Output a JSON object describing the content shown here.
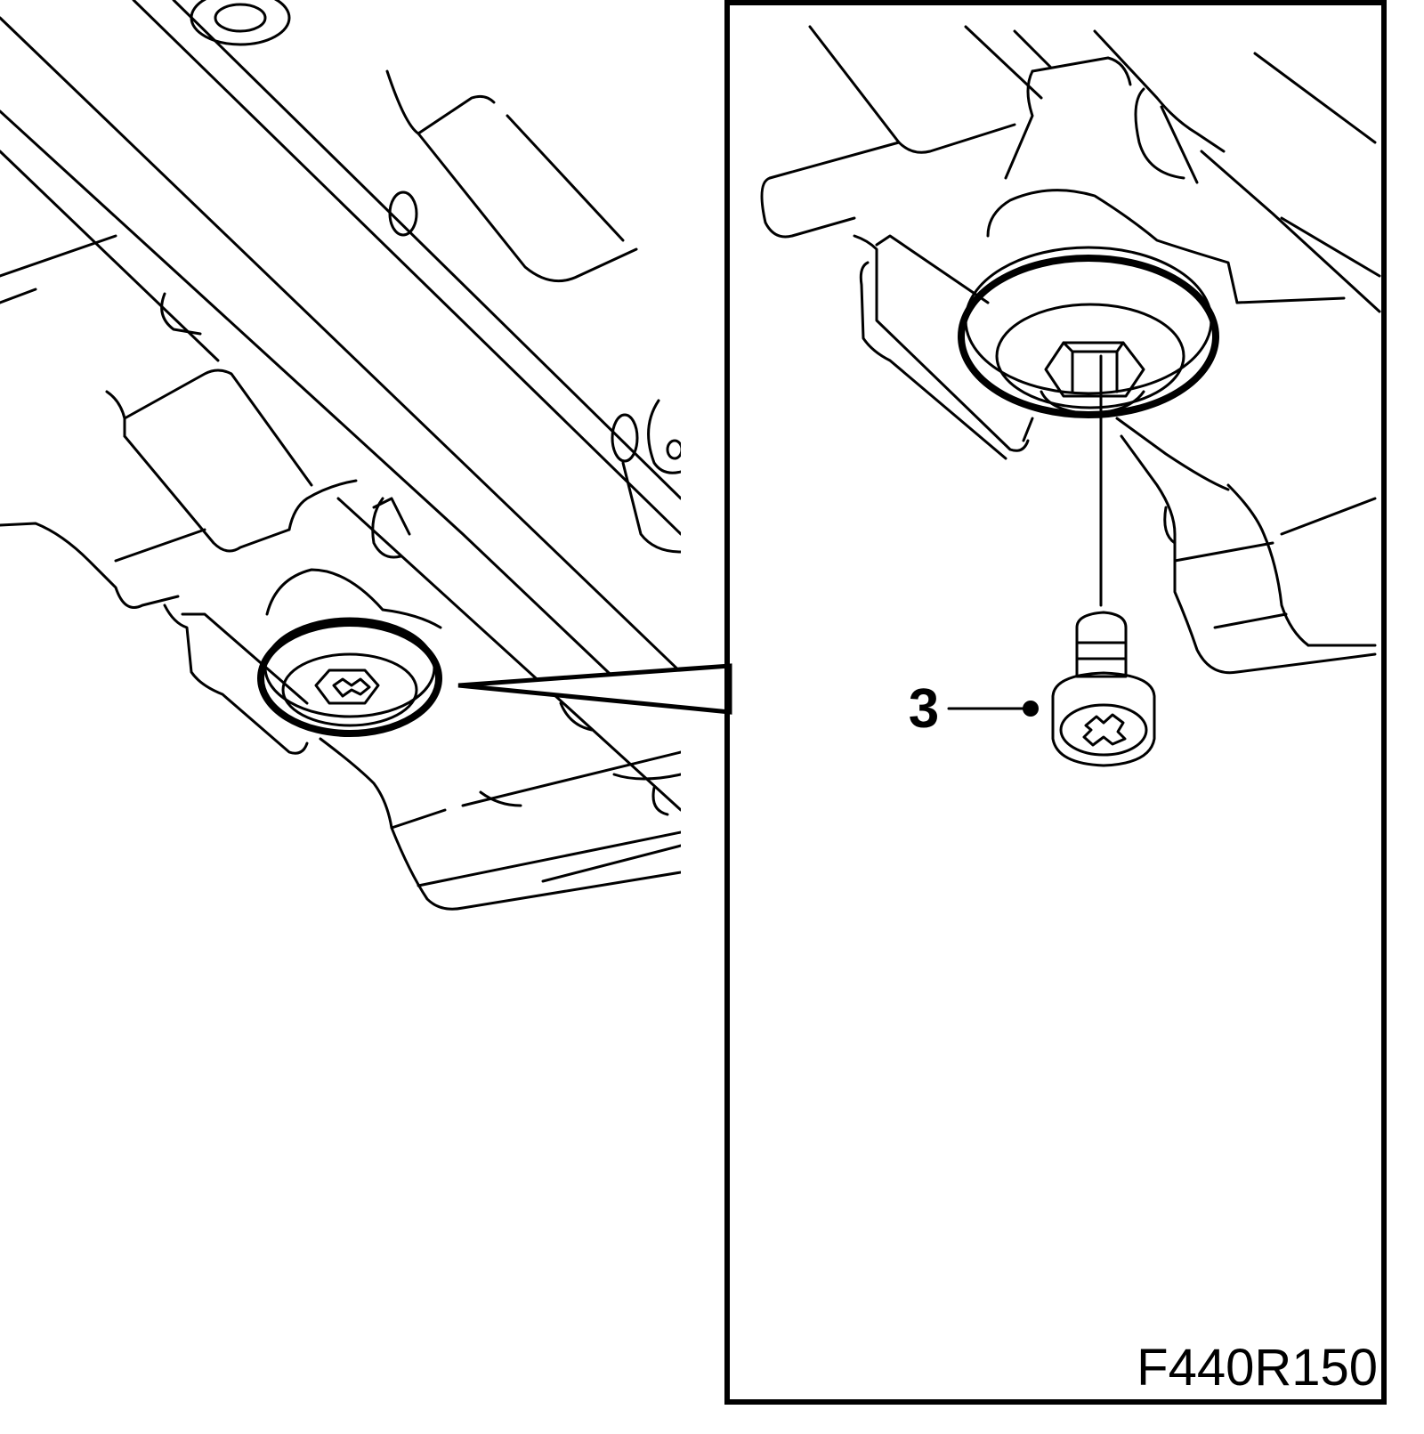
{
  "diagram": {
    "figure_code": "F440R150",
    "callouts": [
      {
        "id": "part-3",
        "label": "3"
      }
    ],
    "colors": {
      "line": "#000000",
      "background": "#ffffff"
    }
  }
}
